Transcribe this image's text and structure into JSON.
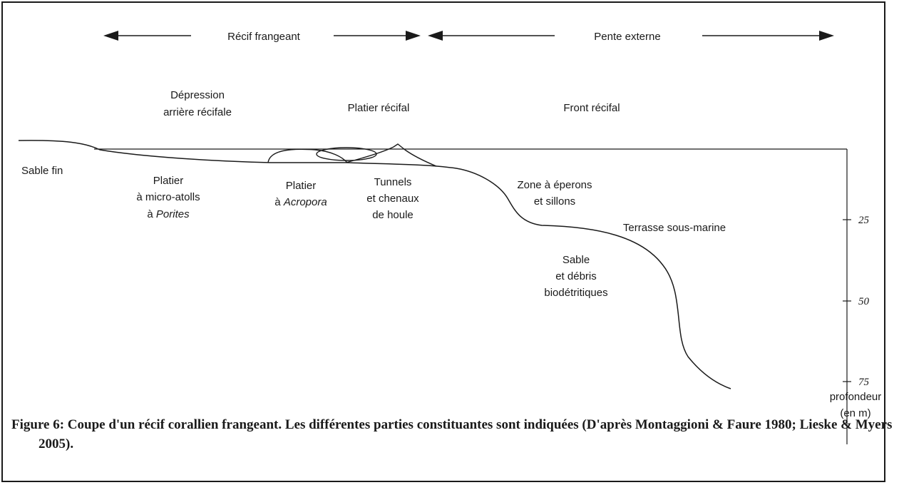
{
  "zones": {
    "recif_frangeant": "Récif frangeant",
    "pente_externe": "Pente externe"
  },
  "labels": {
    "depression_1": "Dépression",
    "depression_2": "arrière récifale",
    "platier_recifal": "Platier récifal",
    "front_recifal": "Front récifal",
    "sable_fin": "Sable fin",
    "micro_1": "Platier",
    "micro_2": "à micro-atolls",
    "micro_3_prefix": "à ",
    "micro_3_italic": "Porites",
    "acro_1": "Platier",
    "acro_2_prefix": "à ",
    "acro_2_italic": "Acropora",
    "tunnels_1": "Tunnels",
    "tunnels_2": "et chenaux",
    "tunnels_3": "de houle",
    "zone_1": "Zone à éperons",
    "zone_2": "et sillons",
    "terrasse": "Terrasse sous-marine",
    "sable_1": "Sable",
    "sable_2": "et débris",
    "sable_3": "biodétritiques"
  },
  "depth_axis": {
    "ticks": [
      "25",
      "50",
      "75"
    ],
    "label_1": "profondeur",
    "label_2": "(en m)"
  },
  "caption": "Figure 6: Coupe d'un récif corallien frangeant. Les différentes parties constituantes sont indiquées (D'après Montaggioni & Faure 1980; Lieske & Myers 2005)."
}
